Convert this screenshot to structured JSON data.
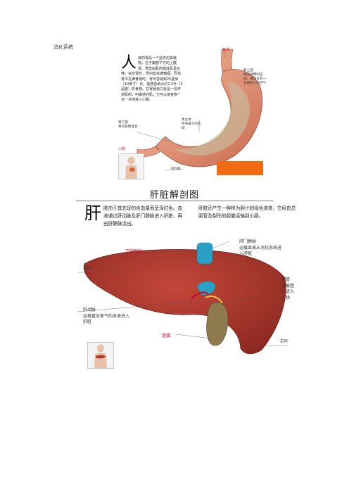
{
  "header": {
    "title": "消化系统"
  },
  "stomach": {
    "drop_cap": "人",
    "intro": "体的胃是一个坚实的袋装物，位于胸部下方的上腹部。胃壁由肌肉组成且呈拉伸，在空胃时，胃内壁充满皱褶。而当胃中充满食物时，胃可容纳到25厘米（10英寸）长，能够容纳大约1.5升（3品脱）的食物。在胃肠道口处是一段环状肌肉，叫做括约肌，它可以使食物一点一点地进入小肠。",
    "label_top": "食道",
    "label_upper": "胃上部\n保存食物的区域，通常含有一些被吞入的空气",
    "label_lower_left": "胃下部\n胃的食物混合",
    "label_body": "胃主体\n中央最大的区域",
    "label_small_intestine": "小肠",
    "label_pylorus": "括约肌"
  },
  "liver": {
    "title": "肝脏解剖图",
    "drop_cap": "肝",
    "intro_left": "脏由于其充足的含血量而呈深红色。血液通过肝动脉及肝门静脉进入肝脏，再由肝静脉流出。",
    "intro_right": "肝脏还产生一种称为胆汁的绿色液体，它经由总胆管及梨形的胆囊运输到小肠。",
    "label_ivc": "下腔静脉",
    "label_portal": "肝门静脉\n运载血液从消化系统进入肝脏",
    "label_left_lobe": "左叶",
    "label_bile_duct": "胆管\n运载胆汁进入小肠",
    "label_artery": "肝动脉\n运载富含氧气的血液进入肝脏",
    "label_gallbladder": "胆囊",
    "label_right_lobe": "右叶"
  },
  "colors": {
    "liver": "#a8342a",
    "stomach": "#d8856a",
    "accent_red": "#c8102e",
    "orange": "#f26a12",
    "vein_blue": "#2aa0c4",
    "gallbladder": "#8e7a4e"
  }
}
